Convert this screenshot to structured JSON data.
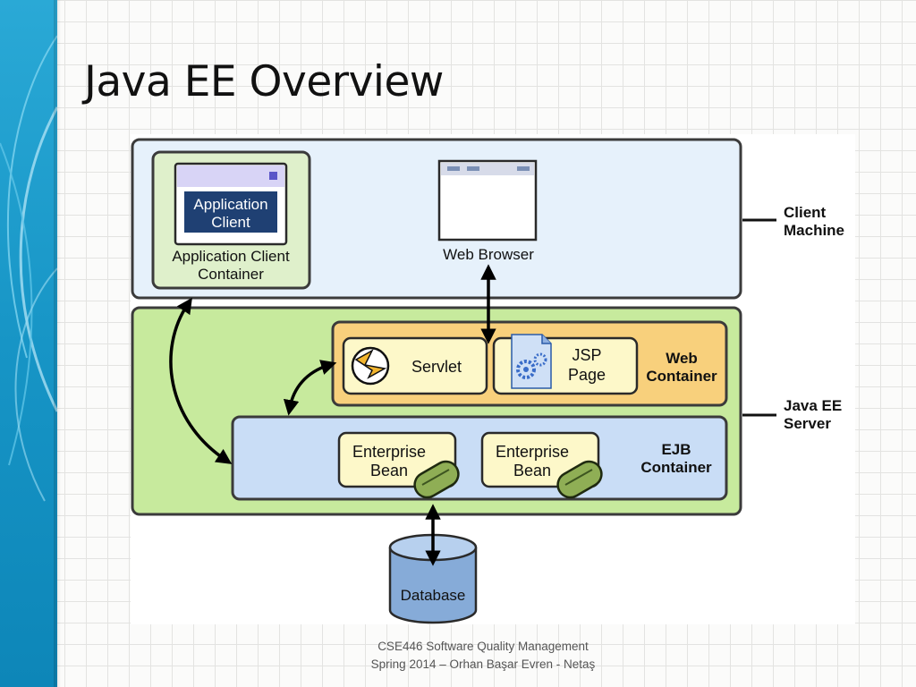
{
  "slide": {
    "title": "Java EE Overview",
    "footer_line1": "CSE446 Software Quality Management",
    "footer_line2": "Spring 2014 – Orhan Başar Evren  - Netaş"
  },
  "diagram": {
    "client_machine": {
      "label_line1": "Client",
      "label_line2": "Machine"
    },
    "app_client_container": {
      "label_line1": "Application Client",
      "label_line2": "Container",
      "app_client_line1": "Application",
      "app_client_line2": "Client"
    },
    "web_browser": {
      "label": "Web Browser"
    },
    "java_ee_server": {
      "label_line1": "Java EE",
      "label_line2": "Server"
    },
    "web_container": {
      "label_line1": "Web",
      "label_line2": "Container",
      "servlet": "Servlet",
      "jsp_line1": "JSP",
      "jsp_line2": "Page"
    },
    "ejb_container": {
      "label_line1": "EJB",
      "label_line2": "Container",
      "bean1_line1": "Enterprise",
      "bean1_line2": "Bean",
      "bean2_line1": "Enterprise",
      "bean2_line2": "Bean"
    },
    "database": {
      "label": "Database"
    }
  },
  "colors": {
    "client_fill": "#e6f1fb",
    "server_fill": "#c7ea9d",
    "web_container_fill": "#f8d07c",
    "ejb_fill": "#c9ddf6",
    "bean_fill": "#fdf8c9",
    "bean_icon": "#8fae55",
    "database_fill": "#86abd8",
    "app_client_fill": "#1f4073",
    "sidebar": "#1795c6"
  },
  "icons": [
    "servlet-icon",
    "jsp-gear-icon",
    "bean-icon",
    "database-icon",
    "browser-window-icon"
  ]
}
